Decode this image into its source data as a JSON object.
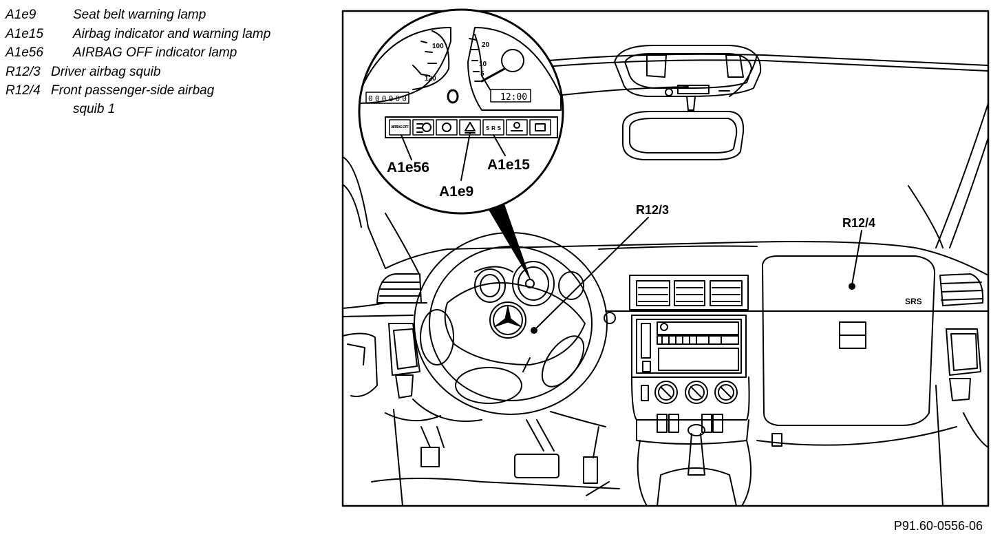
{
  "legend": {
    "items": [
      {
        "code": "A1e9",
        "description": "Seat belt warning lamp"
      },
      {
        "code": "A1e15",
        "description": "Airbag indicator and warning lamp"
      },
      {
        "code": "A1e56",
        "description": "AIRBAG OFF indicator lamp"
      },
      {
        "code": "R12/3",
        "description": "Driver airbag squib"
      },
      {
        "code": "R12/4",
        "description": "Front passenger-side airbag",
        "continuation": "squib 1"
      }
    ]
  },
  "figure": {
    "callouts": {
      "a1e56": "A1e56",
      "a1e9": "A1e9",
      "a1e15": "A1e15",
      "r12_3": "R12/3",
      "r12_4": "R12/4"
    },
    "cluster": {
      "speedo_100": "100",
      "speedo_120": "120",
      "tacho_20": "20",
      "tacho_10": "10",
      "tacho_5": "5",
      "odometer": "000000",
      "clock": "12:00",
      "warning_airbag_off": "AIRBAG OFF",
      "warning_srs": "SRS"
    },
    "dash_badge": "SRS",
    "figure_id": "P91.60-0556-06"
  },
  "colors": {
    "line": "#000000",
    "background": "#ffffff"
  }
}
